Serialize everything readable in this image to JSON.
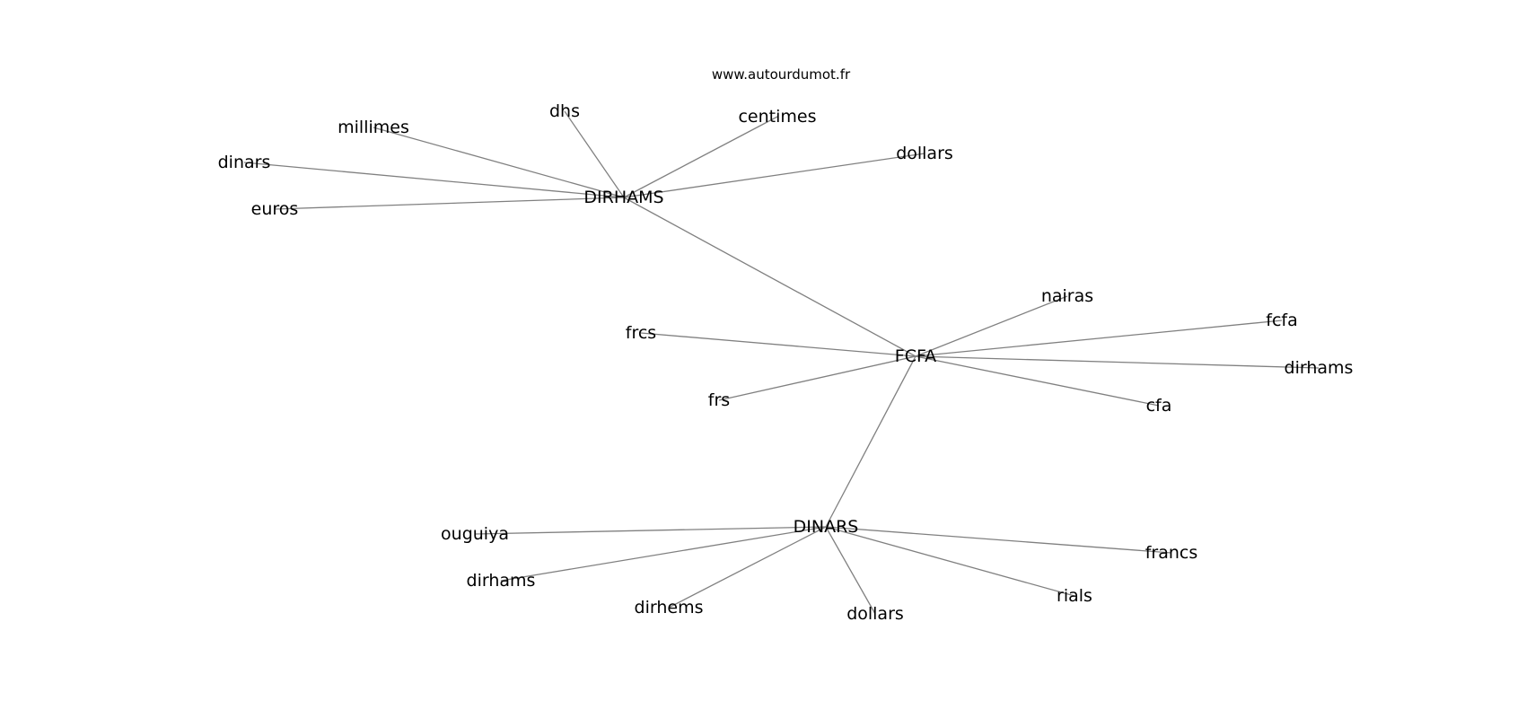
{
  "source": "www.autourdumot.fr",
  "graph": {
    "hubs": [
      {
        "id": "dirhams_hub",
        "label": "DIRHAMS"
      },
      {
        "id": "fcfa_hub",
        "label": "FCFA"
      },
      {
        "id": "dinars_hub",
        "label": "DINARS"
      }
    ],
    "hub_links": [
      {
        "from": "dirhams_hub",
        "to": "fcfa_hub"
      },
      {
        "from": "fcfa_hub",
        "to": "dinars_hub"
      }
    ],
    "leaves": [
      {
        "id": "dhs",
        "label": "dhs",
        "hub": "dirhams_hub"
      },
      {
        "id": "centimes",
        "label": "centimes",
        "hub": "dirhams_hub"
      },
      {
        "id": "millimes",
        "label": "millimes",
        "hub": "dirhams_hub"
      },
      {
        "id": "dollars_1",
        "label": "dollars",
        "hub": "dirhams_hub"
      },
      {
        "id": "dinars",
        "label": "dinars",
        "hub": "dirhams_hub"
      },
      {
        "id": "euros",
        "label": "euros",
        "hub": "dirhams_hub"
      },
      {
        "id": "nairas",
        "label": "nairas",
        "hub": "fcfa_hub"
      },
      {
        "id": "fcfa",
        "label": "fcfa",
        "hub": "fcfa_hub"
      },
      {
        "id": "frcs",
        "label": "frcs",
        "hub": "fcfa_hub"
      },
      {
        "id": "dirhams_1",
        "label": "dirhams",
        "hub": "fcfa_hub"
      },
      {
        "id": "frs",
        "label": "frs",
        "hub": "fcfa_hub"
      },
      {
        "id": "cfa",
        "label": "cfa",
        "hub": "fcfa_hub"
      },
      {
        "id": "ouguiya",
        "label": "ouguiya",
        "hub": "dinars_hub"
      },
      {
        "id": "francs",
        "label": "francs",
        "hub": "dinars_hub"
      },
      {
        "id": "dirhams_2",
        "label": "dirhams",
        "hub": "dinars_hub"
      },
      {
        "id": "rials",
        "label": "rials",
        "hub": "dinars_hub"
      },
      {
        "id": "dirhems",
        "label": "dirhems",
        "hub": "dinars_hub"
      },
      {
        "id": "dollars_2",
        "label": "dollars",
        "hub": "dinars_hub"
      }
    ]
  },
  "colors": {
    "edge": "#808080",
    "text": "#000000",
    "background": "#ffffff"
  }
}
